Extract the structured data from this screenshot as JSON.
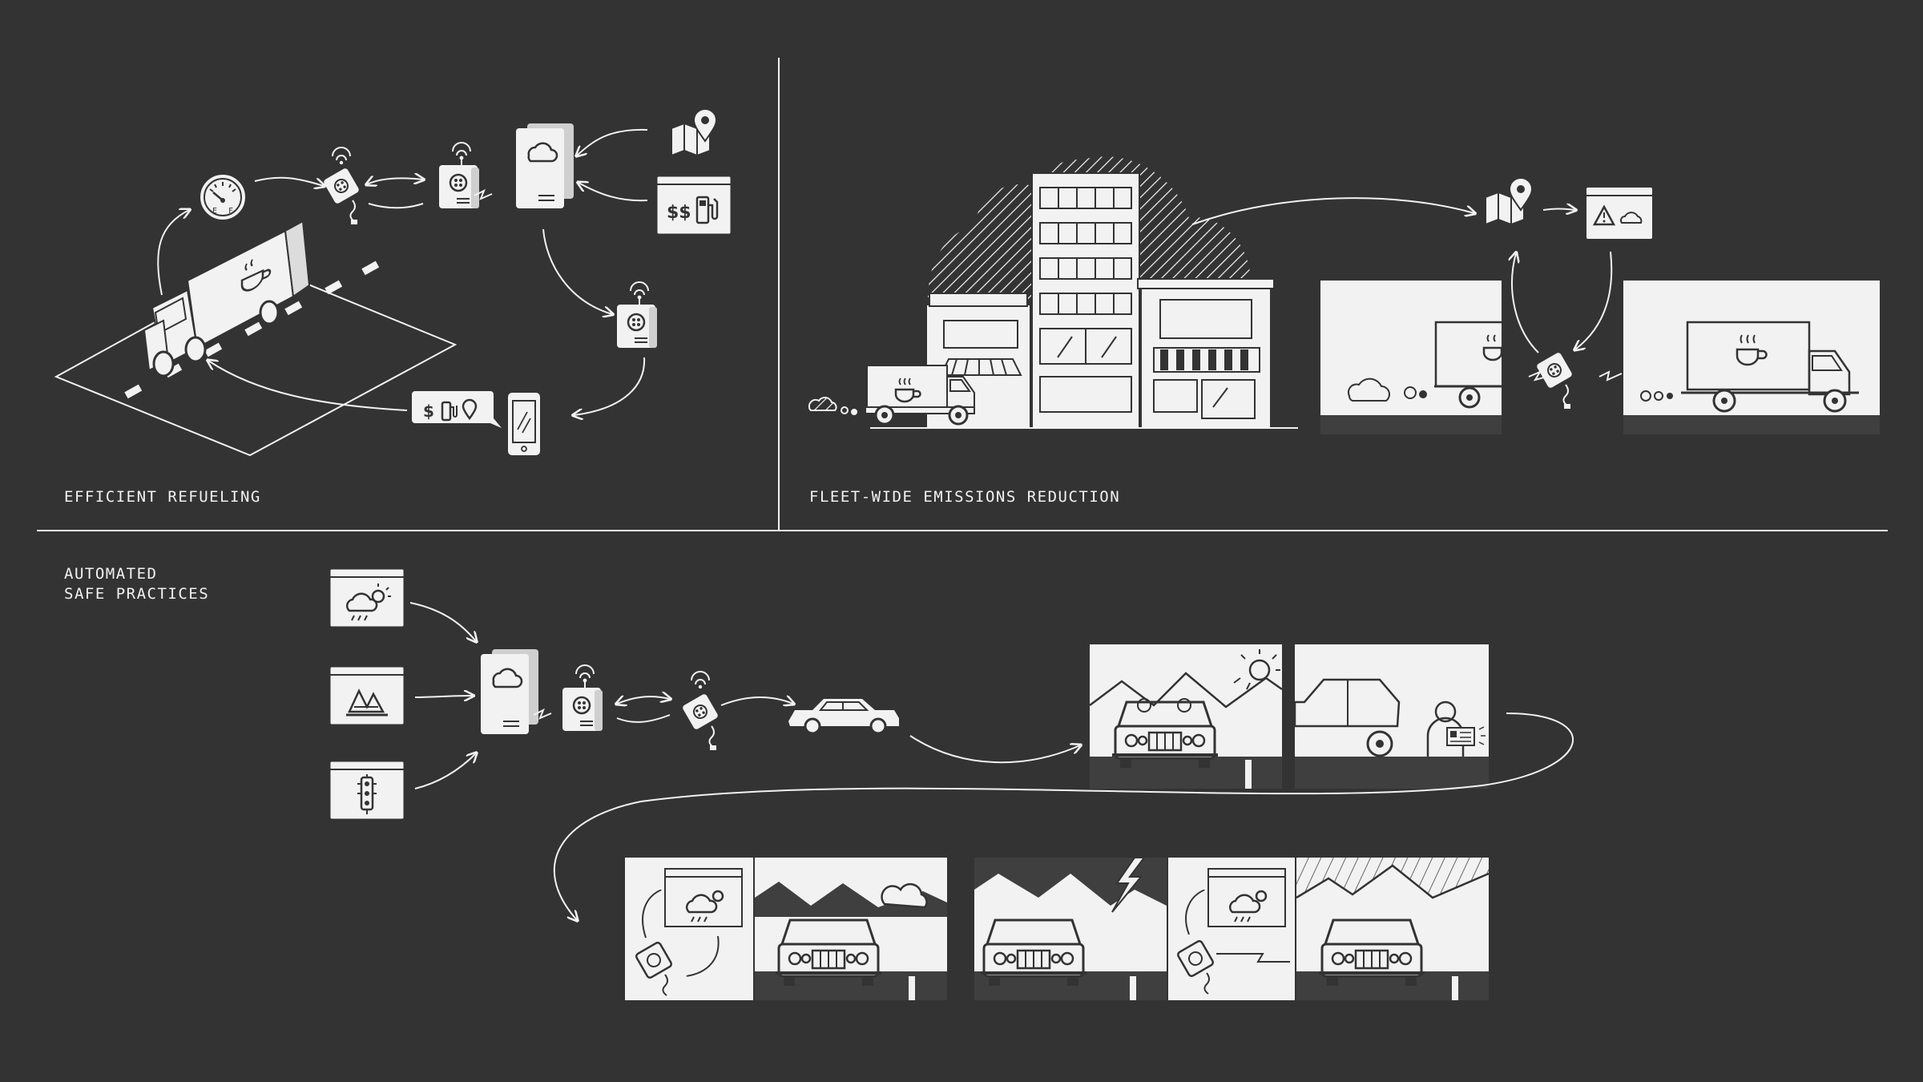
{
  "sections": {
    "refueling": {
      "label": "EFFICIENT REFUELING"
    },
    "emissions": {
      "label": "FLEET-WIDE EMISSIONS REDUCTION"
    },
    "safety": {
      "label_line1": "AUTOMATED",
      "label_line2": "SAFE PRACTICES"
    }
  },
  "refueling_icons": {
    "fuel_card_text": "$$",
    "sms_dollar": "$",
    "gauge_empty": "E",
    "gauge_full": "F"
  },
  "colors": {
    "background": "#333333",
    "stroke": "#f2f2f2",
    "panel_fill": "#ffffff",
    "ground": "#3a3a3a"
  },
  "icons": [
    "fuel-gauge-icon",
    "tracker-device-icon",
    "cellular-modem-icon",
    "cloud-server-icon",
    "map-pin-icon",
    "fuel-price-card-icon",
    "smartphone-icon",
    "sms-bubble-icon",
    "weather-card-icon",
    "terrain-card-icon",
    "traffic-light-card-icon",
    "alert-card-icon",
    "delivery-truck-icon",
    "car-icon"
  ]
}
